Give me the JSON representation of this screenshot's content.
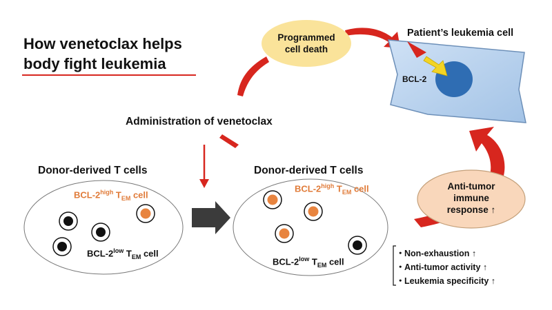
{
  "title": {
    "line1": "How venetoclax helps",
    "line2": "body fight leukemia"
  },
  "administration_label": "Administration of venetoclax",
  "programmed_death_label": {
    "line1": "Programmed",
    "line2": "cell death"
  },
  "leukemia_cell": {
    "title": "Patient’s leukemia cell",
    "target_label": "BCL-2"
  },
  "immune_response_label": {
    "line1": "Anti-tumor",
    "line2": "immune",
    "line3": "response ↑"
  },
  "groups": [
    {
      "title": "Donor-derived T cells",
      "high_label": {
        "prefix": "BCL-2",
        "sup": "high",
        "mid": " T",
        "sub": "EM",
        "suffix": " cell"
      },
      "low_label": {
        "prefix": "BCL-2",
        "sup": "low",
        "mid": " T",
        "sub": "EM",
        "suffix": " cell"
      }
    },
    {
      "title": "Donor-derived T cells",
      "high_label": {
        "prefix": "BCL-2",
        "sup": "high",
        "mid": " T",
        "sub": "EM",
        "suffix": " cell"
      },
      "low_label": {
        "prefix": "BCL-2",
        "sup": "low",
        "mid": " T",
        "sub": "EM",
        "suffix": " cell"
      }
    }
  ],
  "outcomes": [
    {
      "bullet": "・",
      "text": "Non-exhaustion ↑"
    },
    {
      "bullet": "・",
      "text": "Anti-tumor activity ↑"
    },
    {
      "bullet": "・",
      "text": "Leukemia specificity ↑"
    }
  ],
  "colors": {
    "arrow_red": "#d7261e",
    "orange_cell": "#e8843f",
    "pill_yellow": "#fae39a",
    "pill_peach": "#f9d7bb",
    "leukemia_cell_fill": "#b8d4ef",
    "nucleus_fill": "#2f6db3",
    "block_arrow": "#3b3b3b"
  }
}
